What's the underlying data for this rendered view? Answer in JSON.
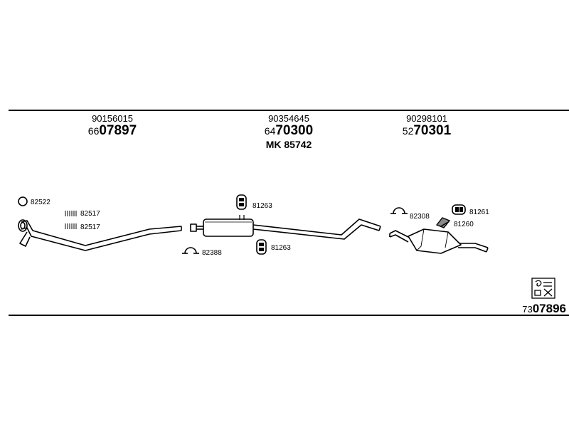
{
  "columns": [
    {
      "oe_number": "90156015",
      "kit_prefix": "66",
      "kit_main": "07897",
      "extra": ""
    },
    {
      "oe_number": "90354645",
      "kit_prefix": "64",
      "kit_main": "70300",
      "extra": "MK 85742"
    },
    {
      "oe_number": "90298101",
      "kit_prefix": "52",
      "kit_main": "70301",
      "extra": ""
    }
  ],
  "parts": {
    "front": {
      "ring": "82522",
      "spring_1": "82517",
      "spring_2": "82517"
    },
    "middle": {
      "rubber_top": "81263",
      "clamp": "82388",
      "rubber_bottom": "81263"
    },
    "rear": {
      "clamp": "82308",
      "rubber": "81261",
      "bracket": "81260"
    }
  },
  "reference": {
    "prefix": "73",
    "main": "07896"
  },
  "colors": {
    "line": "#000000",
    "background": "#ffffff",
    "fill_gray": "#8a8a8a"
  },
  "icons": {
    "reference_logo": "parts-catalog-logo-icon"
  }
}
